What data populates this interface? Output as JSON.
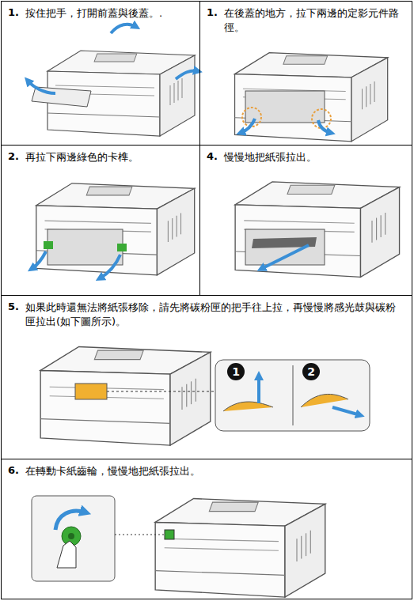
{
  "diagram": {
    "nodes": [
      {
        "text": [
          "1.",
          "按住把手，打開前蓋與後蓋。."
        ]
      },
      {
        "text": [
          "1.",
          "在後蓋的地方，拉下兩邊的定影元件路徑。"
        ]
      },
      {
        "text": [
          "2.",
          "再拉下兩邊綠色的卡榫。"
        ]
      },
      {
        "text": [
          "4.",
          "慢慢地把紙張拉出。"
        ]
      },
      {
        "text": [
          "5.",
          "如果此時還無法將紙張移除，請先將碳粉匣的把手往上拉，再慢慢將感光鼓與碳粉匣拉出(如下圖所示)。"
        ]
      },
      {
        "text": [
          "6.",
          "在轉動卡紙齒輪，慢慢地把紙張拉出。"
        ]
      }
    ],
    "labels": [
      "1",
      "2"
    ]
  }
}
